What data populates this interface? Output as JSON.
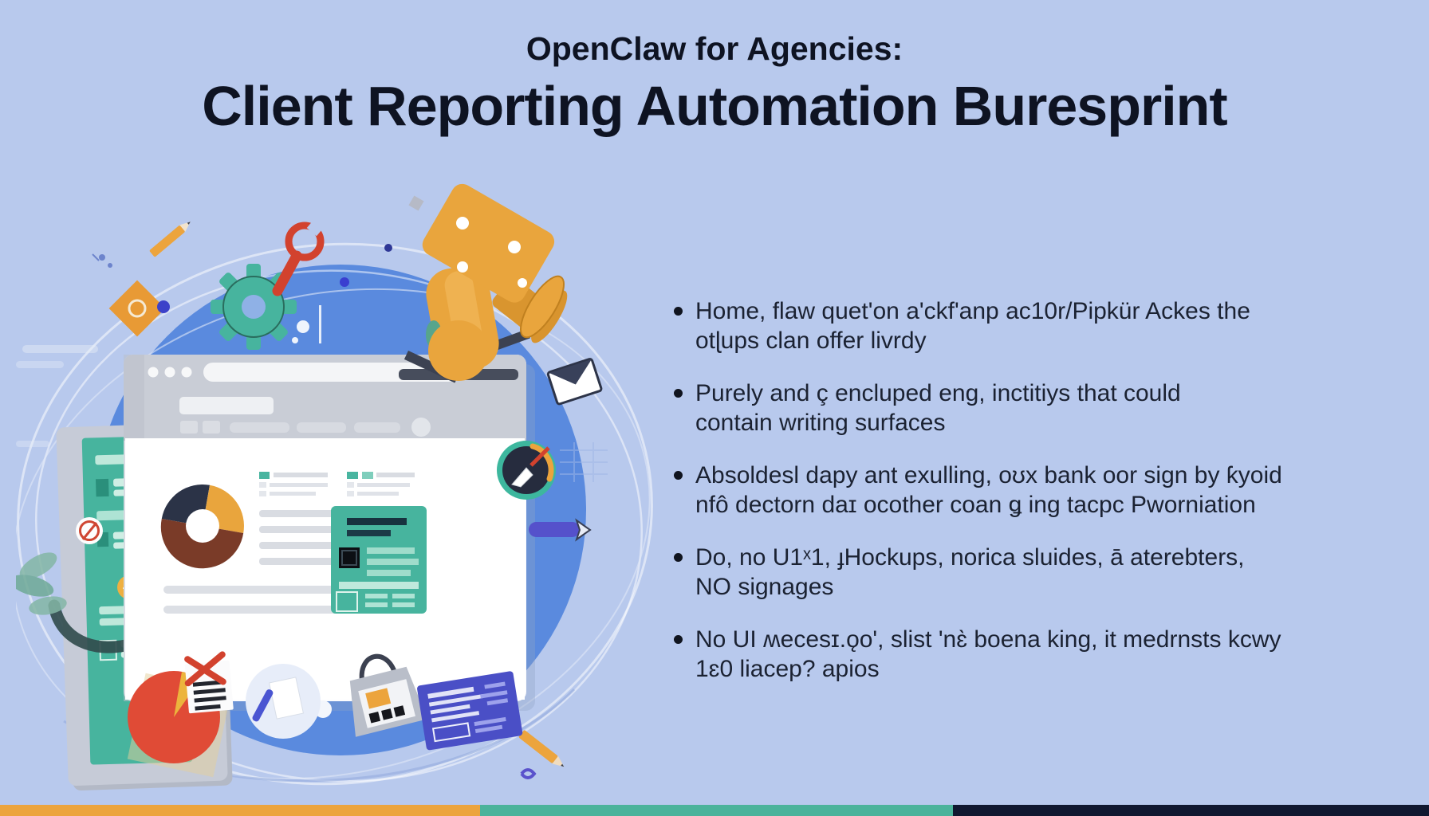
{
  "header": {
    "kicker": "OpenClaw for Agencies:",
    "title": "Client Reporting Automation Buresprint"
  },
  "bullets": [
    {
      "l1": "Home, flaw quet'on a'ckf'anp ac10r/Pipkür Ackes the",
      "l2": "otɭups clan offer livrdy"
    },
    {
      "l1": "Purely and ç encluped eng, inctitiys that could",
      "l2": "contain writing surfaces"
    },
    {
      "l1": "Absoldesl dapy ant exulling, oʊx bank oor sign by ƙyoid",
      "l2": "nfô dectorn daɪ ocother coan ǥ ing tacpc Pworniation"
    },
    {
      "l1": "Do, no U1ˣ1, ɟHockups, norica sluides, ā aterebters,",
      "l2": "NO signages"
    },
    {
      "l1": "No UI ʍecesɪ.ǫo', slist 'nɛ̀ boena king, it medrnsts kcwy",
      "l2": "1ɛ0 liacep? apios"
    }
  ],
  "illustration": {
    "icons": [
      "robot-arm-icon",
      "gear-icon",
      "wrench-icon",
      "browser-window",
      "donut-chart",
      "compass-icon",
      "envelope-icon",
      "teal-report-card",
      "curved-arrow-icon",
      "pie-chart",
      "checklist-document-icon",
      "pen-and-paper-icon",
      "calculator-bag-icon",
      "purple-note-card",
      "pencil-icon",
      "plant-icon",
      "slider-icon",
      "no-sign-icon"
    ]
  },
  "palette": {
    "background": "#b8c9ed",
    "title_text": "#0e1322",
    "bullet_text": "#1b2232",
    "circle_blue": "#5a8ade",
    "teal": "#47b49e",
    "orange": "#e9a53d",
    "red": "#e04b36",
    "indigo": "#4a4fc6",
    "navy": "#2b3347",
    "maroon": "#7a3b28",
    "stripe_orange": "#eca43d",
    "stripe_teal": "#4bb39b",
    "stripe_navy": "#101830"
  }
}
